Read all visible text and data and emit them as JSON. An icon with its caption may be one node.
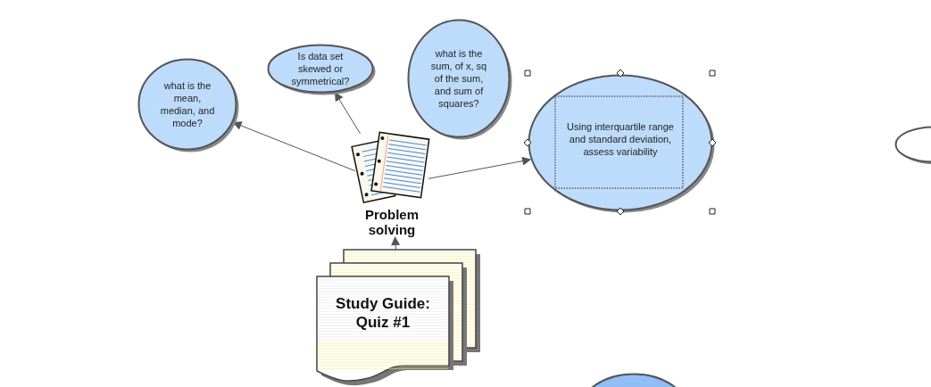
{
  "diagram": {
    "nodes": [
      {
        "text": [
          "what is the mean, median, and mode?"
        ]
      },
      {
        "text": [
          "Is data set skewed or symmetrical?"
        ]
      },
      {
        "text": [
          "what is the sum, of x, sq of the sum, and sum of squares?"
        ]
      },
      {
        "text": [
          "Using interquartile range and standard deviation, assess variability"
        ]
      },
      {
        "text": [
          "Problem solving"
        ]
      },
      {
        "text": [
          "Study Guide: Quiz #1"
        ]
      },
      {
        "text": [],
        "shape": "circle"
      },
      {
        "text": [],
        "shape": "circle"
      }
    ],
    "edges": [
      {
        "from": 4,
        "to": 0,
        "arrow": "to"
      },
      {
        "from": 4,
        "to": 1,
        "arrow": "to"
      },
      {
        "from": 4,
        "to": 3,
        "arrow": "to"
      },
      {
        "from": 5,
        "to": 4,
        "arrow": "to"
      }
    ]
  }
}
